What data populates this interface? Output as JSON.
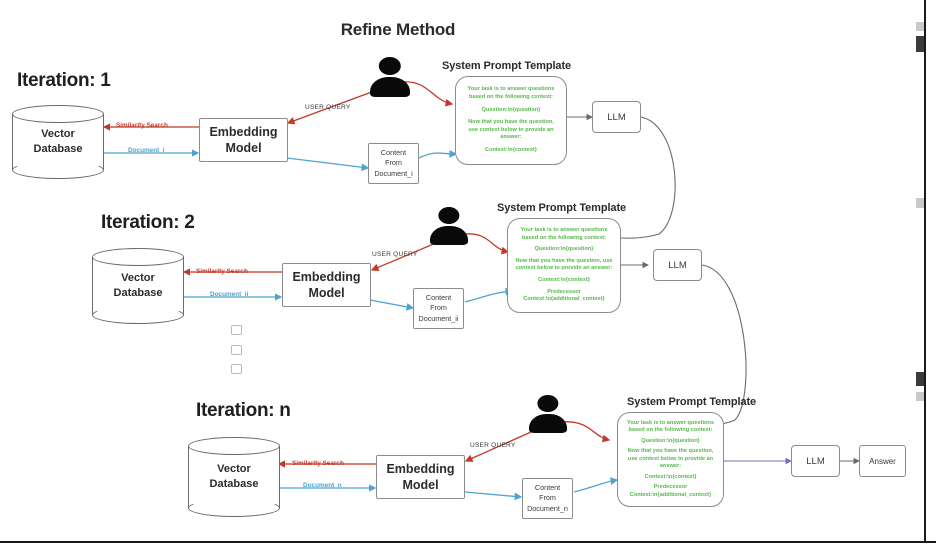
{
  "title": "Refine Method",
  "colors": {
    "similarity_arrow": "#c0392b",
    "document_arrow": "#4fa3d1",
    "template_text": "#55b84a",
    "node_border": "#8c8c8c",
    "flow_arrow": "#6b6b6b",
    "llm_arrow_iter3": "#6f6fc0"
  },
  "template_lines": {
    "line1": "Your task is to answer questions based on the following context:",
    "line2": "Question:\\n{question}",
    "line3": "Now that you have the question, use context below to provide an answer:",
    "line4": "Context:\\n{context}",
    "line5": "Predecessor Context:\\n{additional_context}"
  },
  "labels": {
    "similarity_search": "Similarity Search",
    "user_query": "USER QUERY",
    "vector_database": "Vector\nDatabase",
    "vector_database_l1": "Vector",
    "vector_database_l2": "Database",
    "embedding_model_l1": "Embedding",
    "embedding_model_l2": "Model",
    "llm": "LLM",
    "answer": "Answer",
    "system_prompt_template": "System Prompt Template",
    "content_from": "Content\nFrom"
  },
  "iterations": [
    {
      "heading": "Iteration: 1",
      "document_label": "Document_i",
      "content_box": {
        "l1": "Content",
        "l2": "From",
        "l3": "Document_i"
      },
      "template_lines": [
        "Your task is to answer questions based on the following context:",
        "Question:\\n{question}",
        "Now that you have the question, use context below to provide an answer:",
        "Context:\\n{context}"
      ],
      "llm": "LLM",
      "template_title": "System Prompt Template"
    },
    {
      "heading": "Iteration: 2",
      "document_label": "Document_ii",
      "content_box": {
        "l1": "Content",
        "l2": "From",
        "l3": "Document_ii"
      },
      "template_lines": [
        "Your task is to answer questions based on the following context:",
        "Question:\\n{question}",
        "Now that you have the question, use context below to provide an answer:",
        "Context:\\n{context}",
        "Predecessor Context:\\n{additional_context}"
      ],
      "llm": "LLM",
      "template_title": "System Prompt Template"
    },
    {
      "heading": "Iteration: n",
      "document_label": "Document_n",
      "content_box": {
        "l1": "Content",
        "l2": "From",
        "l3": "Document_n"
      },
      "template_lines": [
        "Your task is to answer questions based on the following context:",
        "Question:\\n{question}",
        "Now that you have the question, use context below to provide an answer:",
        "Context:\\n{context}",
        "Predecessor Context:\\n{additional_context}"
      ],
      "llm": "LLM",
      "answer": "Answer",
      "template_title": "System Prompt Template"
    }
  ]
}
